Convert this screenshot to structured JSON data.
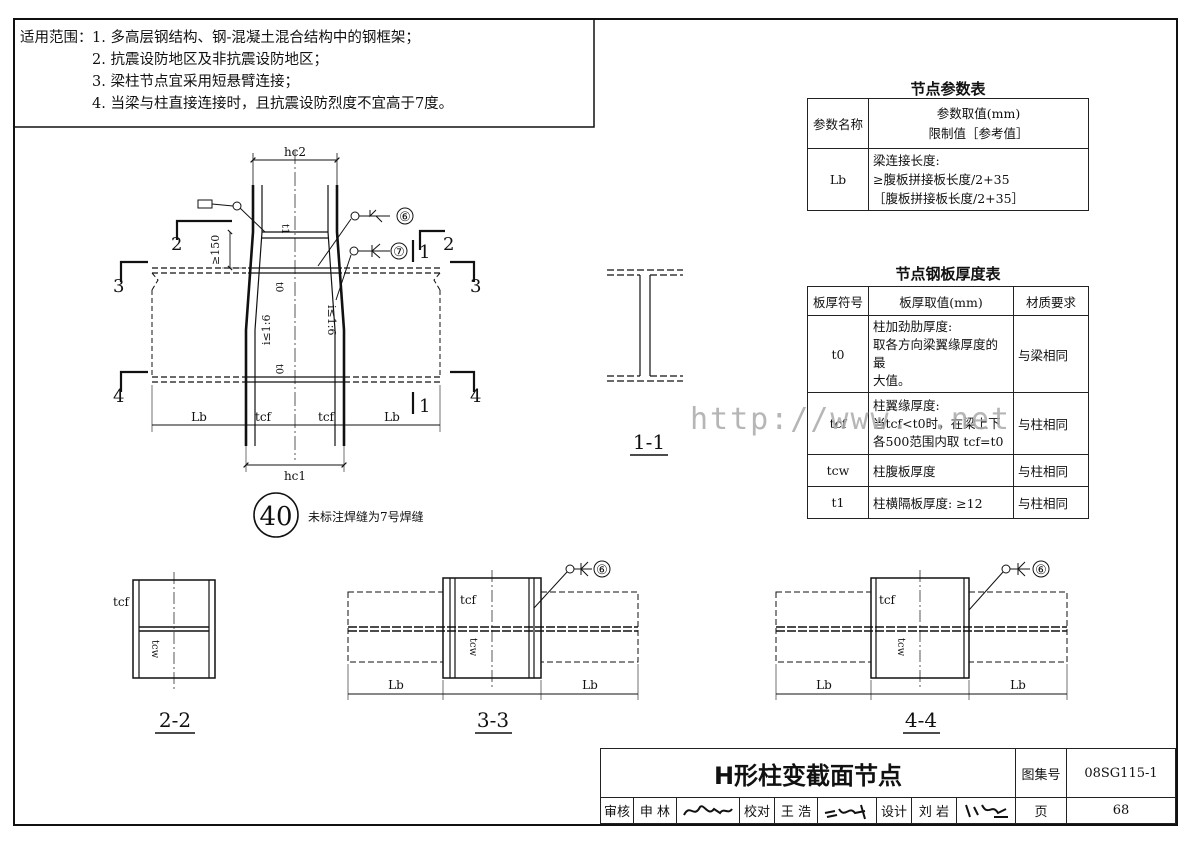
{
  "scope_notes": {
    "lead": "适用范围：",
    "items": [
      "1. 多高层钢结构、钢-混凝土混合结构中的钢框架；",
      "2. 抗震设防地区及非抗震设防地区；",
      "3. 梁柱节点宜采用短悬臂连接；",
      "4. 当梁与柱直接连接时，且抗震设防烈度不宜高于7度。"
    ]
  },
  "param_table": {
    "title": "节点参数表",
    "header": [
      "参数名称",
      "参数取值(mm)",
      "限制值［参考值］"
    ],
    "rows": [
      {
        "name": "Lb",
        "lines": [
          "梁连接长度:",
          "≥腹板拼接板长度/2+35",
          "［腹板拼接板长度/2+35］"
        ]
      }
    ]
  },
  "plate_table": {
    "title": "节点钢板厚度表",
    "header": [
      "板厚符号",
      "板厚取值(mm)",
      "材质要求"
    ],
    "rows": [
      {
        "sym": "t0",
        "val": [
          "柱加劲肋厚度:",
          "取各方向梁翼缘厚度的最",
          "大值。"
        ],
        "mat": "与梁相同"
      },
      {
        "sym": "tcf",
        "val": [
          "柱翼缘厚度:",
          "当tcf<t0时，在梁上下",
          "各500范围内取 tcf=t0"
        ],
        "mat": "与柱相同"
      },
      {
        "sym": "tcw",
        "val": [
          "柱腹板厚度"
        ],
        "mat": "与柱相同"
      },
      {
        "sym": "t1",
        "val": [
          "柱横隔板厚度:  ≥12"
        ],
        "mat": "与柱相同"
      }
    ]
  },
  "watermark": "http://www.   .net",
  "detail": {
    "number": "40",
    "note": "未标注焊缝为7号焊缝",
    "labels": {
      "hc2": "hc2",
      "hc1": "hc1",
      "lb": "Lb",
      "tcf": "tcf",
      "t1": "t1",
      "t0": "t0",
      "ge150": "≥150",
      "slope": "i≤1:6",
      "sec2": "2",
      "sec3": "3",
      "sec4": "4",
      "sec1": "1",
      "weld6": "⑥",
      "weld7": "⑦"
    }
  },
  "section_titles": {
    "s11": "1-1",
    "s22": "2-2",
    "s33": "3-3",
    "s44": "4-4"
  },
  "section_labels": {
    "tcf": "tcf",
    "tcw": "tcw",
    "lb": "Lb",
    "weld6": "⑥"
  },
  "title_block": {
    "title": "H形柱变截面节点",
    "atlas_label": "图集号",
    "atlas_no": "08SG115-1",
    "page_label": "页",
    "page_no": "68",
    "review_label": "审核",
    "reviewer": "申 林",
    "check_label": "校对",
    "checker": "王 浩",
    "design_label": "设计",
    "designer": "刘 岩"
  }
}
